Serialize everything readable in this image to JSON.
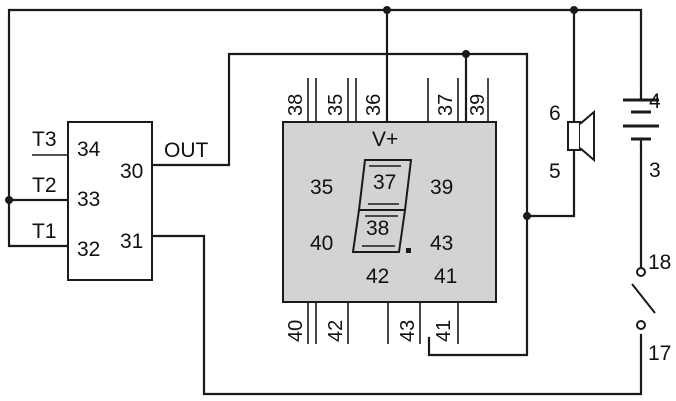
{
  "diagram": {
    "colors": {
      "wire": "#1a1a1a",
      "display_fill": "#d3d3d3",
      "background": "#ffffff"
    },
    "module_a": {
      "left_pins": [
        {
          "tag": "T3",
          "num": "34"
        },
        {
          "tag": "T2",
          "num": "33"
        },
        {
          "tag": "T1",
          "num": "32"
        }
      ],
      "right_pins": [
        {
          "num": "30",
          "label": "OUT"
        },
        {
          "num": "31"
        }
      ]
    },
    "display": {
      "supply_label": "V+",
      "top_pins": [
        "38",
        "35",
        "36",
        "37",
        "39"
      ],
      "bottom_pins": [
        "40",
        "42",
        "43",
        "41"
      ],
      "inner_labels": [
        "35",
        "37",
        "39",
        "40",
        "38",
        "43",
        "42",
        "41"
      ]
    },
    "speaker": {
      "pins": [
        "6",
        "5"
      ]
    },
    "battery": {
      "pins": [
        "4",
        "3"
      ]
    },
    "switch": {
      "pins": [
        "18",
        "17"
      ]
    }
  }
}
